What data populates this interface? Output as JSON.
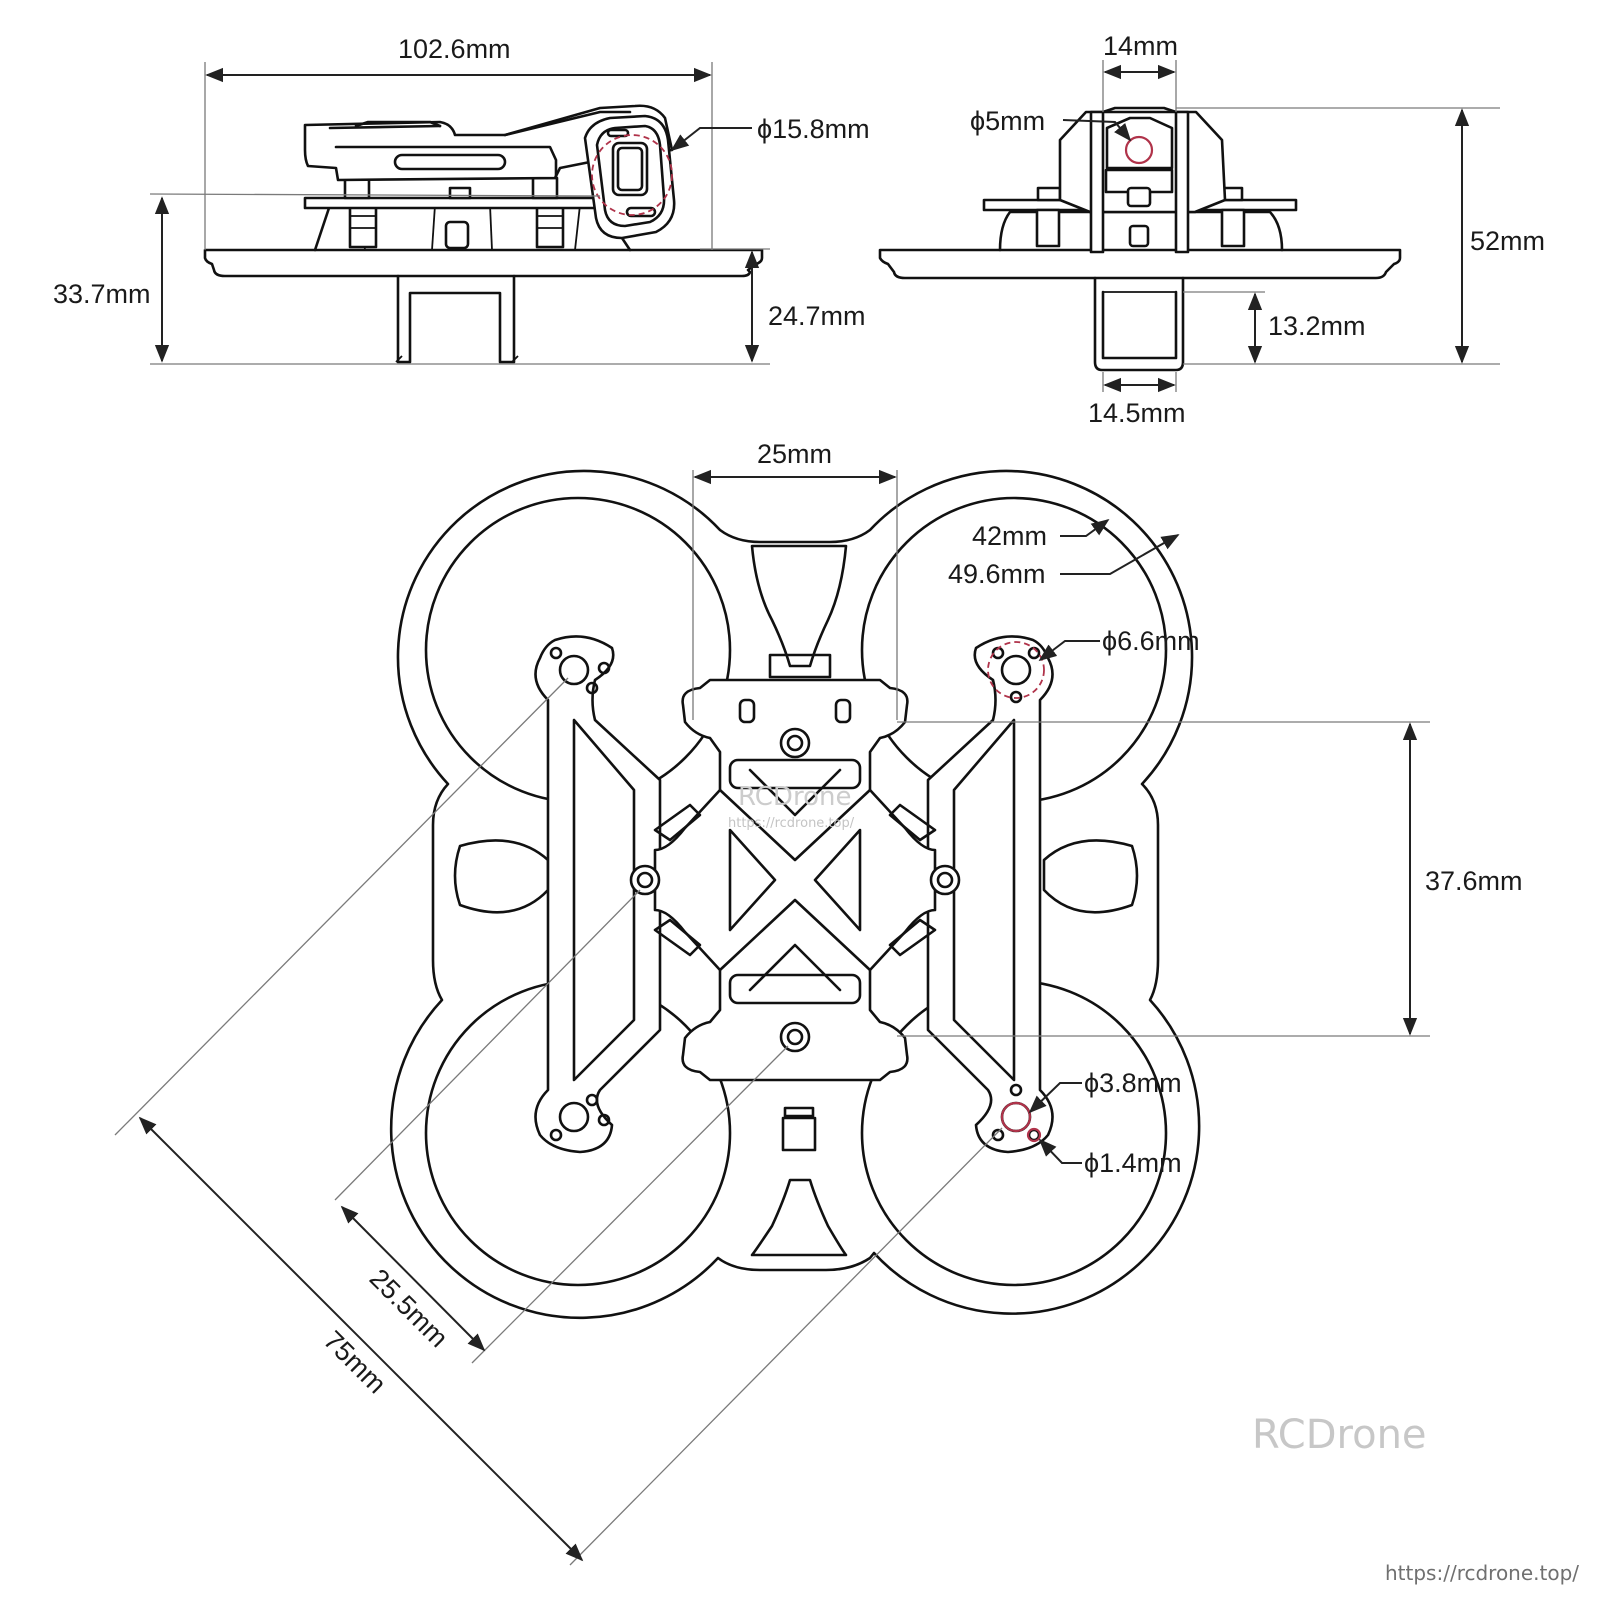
{
  "dimensions": {
    "side_width": "102.6mm",
    "side_duct": "ϕ15.8mm",
    "side_total_height": "33.7mm",
    "side_guard_height": "24.7mm",
    "front_top_width": "14mm",
    "front_hole": "ϕ5mm",
    "front_total_height": "52mm",
    "front_bottom_height": "13.2mm",
    "front_bottom_width": "14.5mm",
    "top_width": "25mm",
    "prop_inner": "42mm",
    "prop_outer": "49.6mm",
    "motor_mount": "ϕ6.6mm",
    "spacing_height": "37.6mm",
    "motor_hole": "ϕ3.8mm",
    "screw_hole": "ϕ1.4mm",
    "mount_spacing": "25.5mm",
    "wheelbase": "75mm"
  },
  "watermarks": {
    "brand_large": "RCDrone",
    "brand_small": "RCDrone",
    "url_small": "https://rcdrone.top/",
    "url_corner": "https://rcdrone.top/"
  },
  "colors": {
    "line": "#111111",
    "highlight": "#b0334a",
    "watermark": "#c7c7c7"
  }
}
